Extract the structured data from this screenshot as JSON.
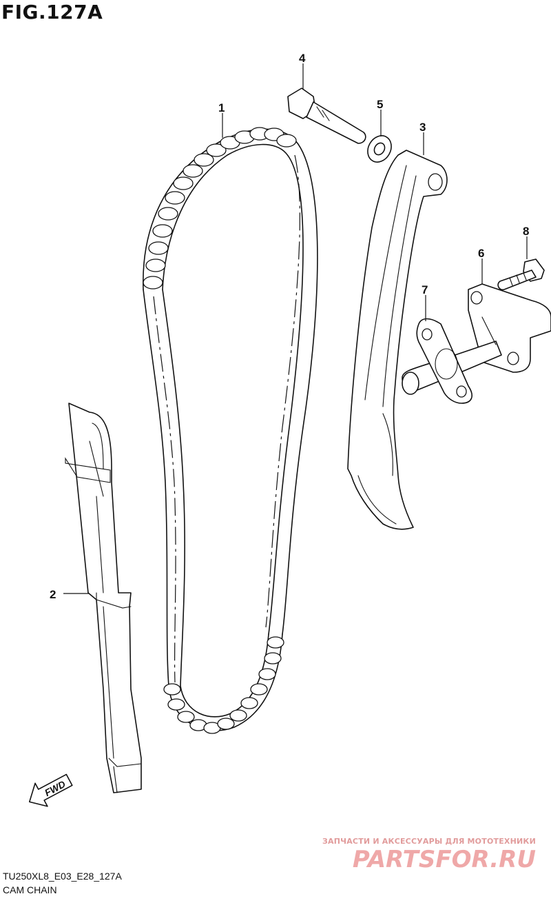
{
  "figure": {
    "title": "FIG.127A",
    "code": "TU250XL8_E03_E28_127A",
    "name": "CAM CHAIN"
  },
  "callouts": [
    "1",
    "2",
    "3",
    "4",
    "5",
    "6",
    "7",
    "8"
  ],
  "direction_arrow": {
    "label": "FWD",
    "icon": "fwd-arrow-icon"
  },
  "watermark": {
    "tagline": "ЗАПЧАСТИ И АКСЕССУАРЫ ДЛЯ МОТОТЕХНИКИ",
    "logo": "PARTSFOR.RU",
    "color": "#e26262"
  },
  "colors": {
    "line": "#111111",
    "background": "#ffffff"
  }
}
